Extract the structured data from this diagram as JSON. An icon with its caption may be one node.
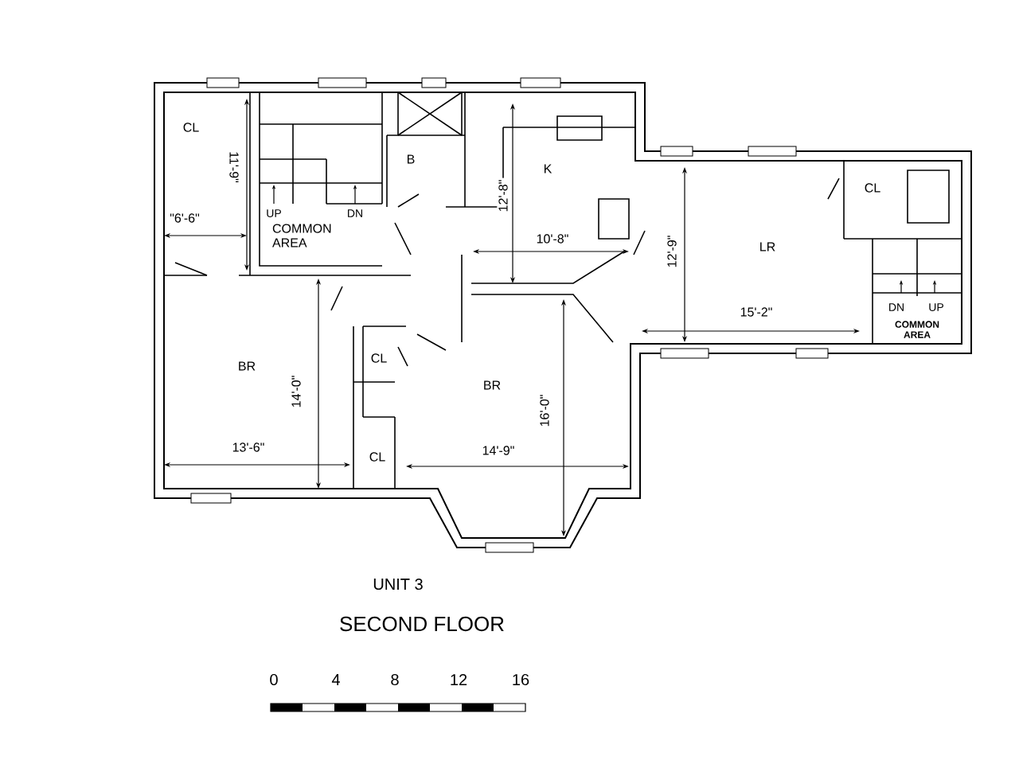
{
  "diagram": {
    "title": "UNIT 3",
    "caption": "SECOND FLOOR",
    "labels": [
      "CL",
      "11'-9\"",
      "B",
      "K",
      "UP",
      "DN",
      "\"6'-6\"",
      "COMMON AREA",
      "12'-8\"",
      "10'-8\"",
      "CL",
      "LR",
      "12'-9\"",
      "15'-2\"",
      "DN",
      "UP",
      "COMMON AREA",
      "BR",
      "CL",
      "14'-0\"",
      "BR",
      "16'-0\"",
      "13'-6\"",
      "CL",
      "14'-9\"",
      "0",
      "4",
      "8",
      "12",
      "16"
    ]
  }
}
